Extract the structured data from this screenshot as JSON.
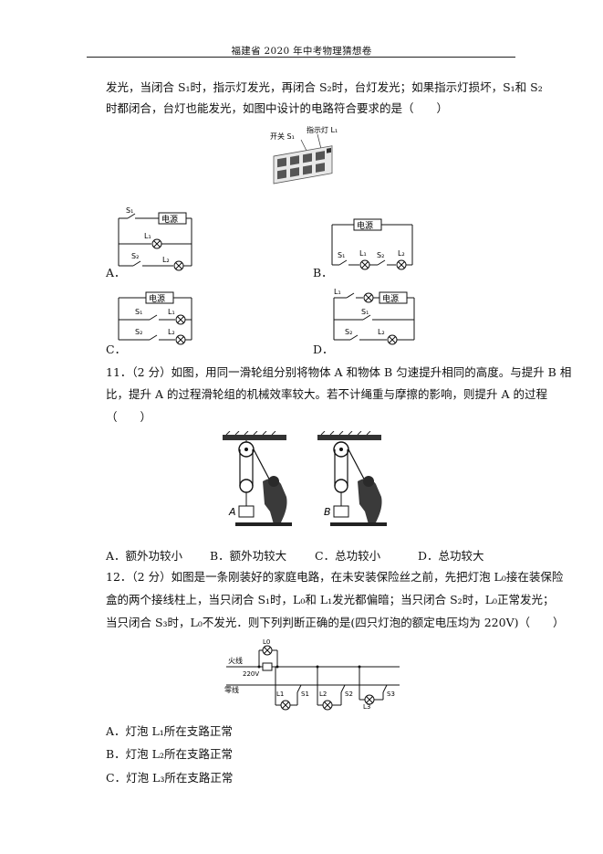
{
  "header": {
    "title": "福建省 2020 年中考物理猜想卷"
  },
  "q10": {
    "line1": "发光，当闭合 S₁时，指示灯发光，再闭合 S₂时，台灯发光；如果指示灯损坏，S₁和 S₂",
    "line2": "时都闭合，台灯也能发光，如图中设计的电路符合要求的是（　　）",
    "figure": {
      "switch_label": "开关 S₁",
      "indicator_label": "指示灯 L₁"
    },
    "options": [
      {
        "letter": "A．",
        "power": "电源",
        "s1": "S₁",
        "s2": "S₂",
        "l1": "L₁",
        "l2": "L₂"
      },
      {
        "letter": "B．",
        "power": "电源",
        "s1": "S₁",
        "s2": "S₂",
        "l1": "L₁",
        "l2": "L₂"
      },
      {
        "letter": "C．",
        "power": "电源",
        "s1": "S₁",
        "s2": "S₂",
        "l1": "L₁",
        "l2": "L₂"
      },
      {
        "letter": "D．",
        "power": "电源",
        "s1": "S₁",
        "s2": "S₂",
        "l1": "L₁",
        "l2": "L₂"
      }
    ]
  },
  "q11": {
    "line1": "11．（2 分）如图，用同一滑轮组分别将物体 A 和物体 B 匀速提升相同的高度。与提升 B 相",
    "line2": "比，提升 A 的过程滑轮组的机械效率较大。若不计绳重与摩擦的影响，则提升 A 的过程",
    "line3": "（　　）",
    "labels": [
      "A",
      "B"
    ],
    "options": [
      "A．额外功较小",
      "B．额外功较大",
      "C．总功较小",
      "D．总功较大"
    ]
  },
  "q12": {
    "line1": "12．（2 分）如图是一条刚装好的家庭电路，在未安装保险丝之前，先把灯泡 L₀接在装保险",
    "line2": "盒的两个接线柱上，当只闭合 S₁时，L₀和 L₁发光都偏暗；当只闭合 S₂时，L₀正常发光；",
    "line3": "当只闭合 S₃时，L₀不发光．则下列判断正确的是(四只灯泡的额定电压均为 220V)（　　）",
    "diagram": {
      "live": "火线",
      "neutral": "零线",
      "voltage": "220V",
      "l0": "L0",
      "l1": "L1",
      "l2": "L2",
      "l3": "L3",
      "s1": "S1",
      "s2": "S2",
      "s3": "S3"
    },
    "options": [
      "A．灯泡 L₁所在支路正常",
      "B．灯泡 L₂所在支路正常",
      "C．灯泡 L₃所在支路正常"
    ]
  }
}
